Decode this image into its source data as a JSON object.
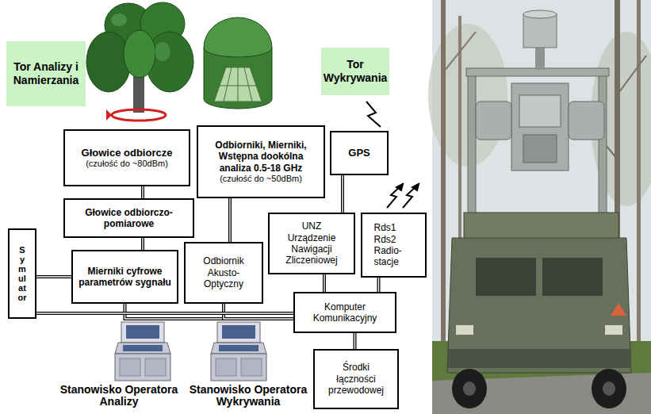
{
  "diagram": {
    "nodes": [
      {
        "text": [
          "Tor Analizy i Namierzania"
        ]
      },
      {
        "text": [
          "Tor Wykrywania"
        ]
      },
      {
        "text": [
          "Głowice odbiorcze",
          "(czułość do ~80dBm)"
        ]
      },
      {
        "text": [
          "Odbiorniki, Mierniki, Wstępna dookólna analiza 0.5-18 GHz",
          "(czułość do ~50dBm)"
        ]
      },
      {
        "text": [
          "GPS"
        ]
      },
      {
        "text": [
          "Głowice odbiorczo-pomiarowe"
        ]
      },
      {
        "text": [
          "Symulator"
        ]
      },
      {
        "text": [
          "Mierniki cyfrowe parametrów sygnału"
        ]
      },
      {
        "text": [
          "Odbiornik Akusto- Optyczny"
        ]
      },
      {
        "text": [
          "UNZ Urządzenie Nawigacji Zliczeniowej"
        ]
      },
      {
        "text": [
          "Rds1 Rds2 Radio- stacje"
        ]
      },
      {
        "text": [
          "Komputer Komunikacyjny"
        ]
      },
      {
        "text": [
          "Środki łączności przewodowej"
        ]
      }
    ],
    "edges": [
      {
        "from": 2,
        "to": 5,
        "arrow": "none"
      },
      {
        "from": 5,
        "to": 7,
        "arrow": "none"
      },
      {
        "from": 6,
        "to": 7,
        "arrow": "none"
      },
      {
        "from": 3,
        "to": 8,
        "arrow": "none"
      },
      {
        "from": 4,
        "to": 9,
        "arrow": "none"
      },
      {
        "from": 9,
        "to": 11,
        "arrow": "none"
      },
      {
        "from": 10,
        "to": 11,
        "arrow": "none"
      },
      {
        "from": 11,
        "to": 12,
        "arrow": "none"
      },
      {
        "from": 7,
        "to": 11,
        "arrow": "none"
      },
      {
        "from": 8,
        "to": 11,
        "arrow": "none"
      },
      {
        "from": 6,
        "to": 11,
        "arrow": "none"
      }
    ],
    "labels": [
      "Stanowisko Operatora Analizy",
      "Stanowisko Operatora Wykrywania"
    ]
  }
}
